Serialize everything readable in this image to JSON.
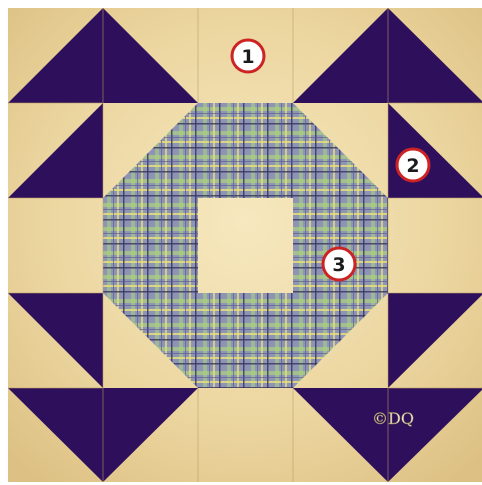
{
  "colors": {
    "background_cream": "#e8d29b",
    "cream_light": "#f3e4b6",
    "cream_shadow": "#d9bd7e",
    "purple": "#2e0f5c",
    "plaid_base": "#8d93b5",
    "plaid_green": "#a8cf7e",
    "plaid_yellow": "#e5e07a",
    "plaid_dark": "#38345a",
    "marker_red": "#cc2424",
    "marker_fill": "#ffffff"
  },
  "markers": [
    {
      "id": "marker-1",
      "label": "1"
    },
    {
      "id": "marker-2",
      "label": "2"
    },
    {
      "id": "marker-3",
      "label": "3"
    }
  ],
  "signature": {
    "text": "©DQ"
  }
}
